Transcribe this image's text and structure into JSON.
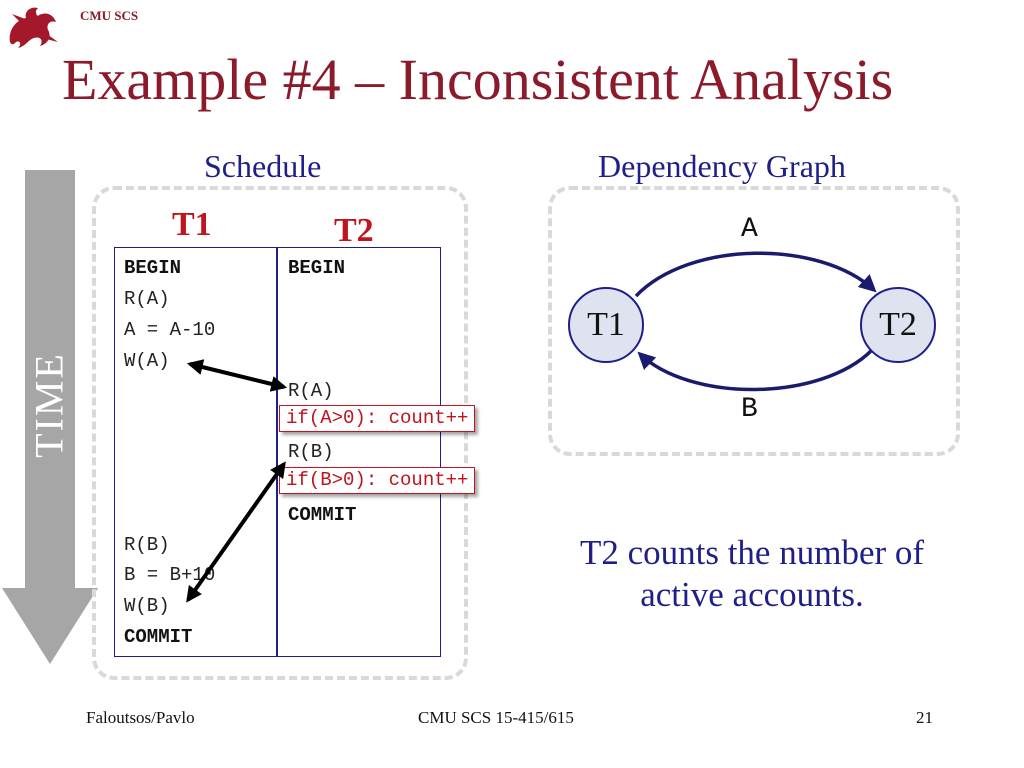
{
  "header": {
    "org": "CMU SCS"
  },
  "title": "Example #4 – Inconsistent Analysis",
  "schedule": {
    "heading": "Schedule",
    "t1_label": "T1",
    "t2_label": "T2",
    "time_label": "TIME",
    "t1_ops": [
      "BEGIN",
      "R(A)",
      "A = A-10",
      "W(A)",
      "R(B)",
      "B = B+10",
      "W(B)",
      "COMMIT"
    ],
    "t2_ops": [
      "BEGIN",
      "R(A)",
      "if(A>0): count++",
      "R(B)",
      "if(B>0): count++",
      "COMMIT"
    ]
  },
  "graph": {
    "heading": "Dependency Graph",
    "nodes": [
      "T1",
      "T2"
    ],
    "edge_top_label": "A",
    "edge_bottom_label": "B",
    "caption_line1": "T2 counts the number of",
    "caption_line2": "active accounts."
  },
  "footer": {
    "left": "Faloutsos/Pavlo",
    "center": "CMU SCS 15-415/615",
    "page": "21"
  },
  "colors": {
    "title": "#8b1a2b",
    "heading": "#1f1f8a",
    "highlight": "#c0141e",
    "time_arrow": "#a6a6a6"
  }
}
